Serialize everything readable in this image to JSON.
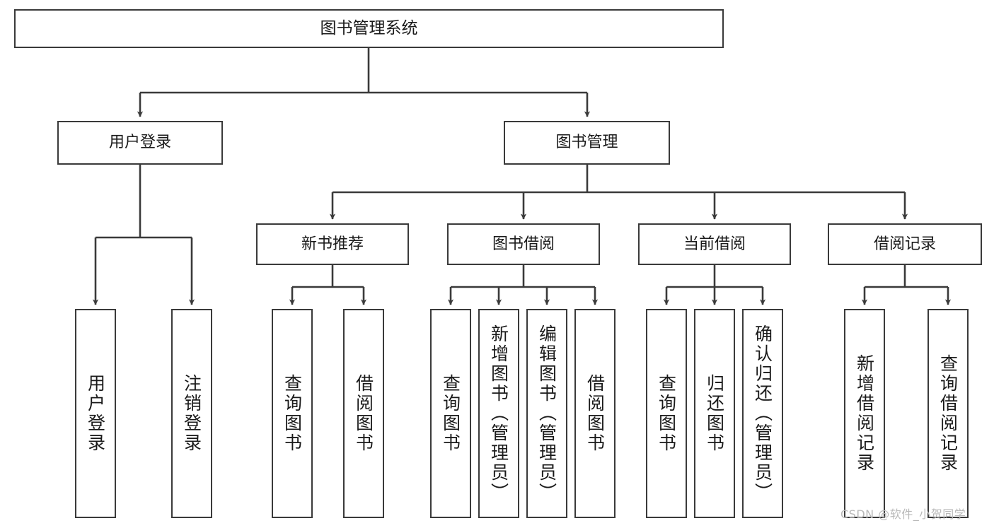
{
  "diagram": {
    "type": "hierarchy-tree",
    "root": {
      "id": "root",
      "label": "图书管理系统"
    },
    "level2": [
      {
        "id": "user-login",
        "label": "用户登录"
      },
      {
        "id": "book-manage",
        "label": "图书管理"
      }
    ],
    "level3": [
      {
        "id": "new-book-rec",
        "label": "新书推荐"
      },
      {
        "id": "book-borrow",
        "label": "图书借阅"
      },
      {
        "id": "current-borrow",
        "label": "当前借阅"
      },
      {
        "id": "borrow-record",
        "label": "借阅记录"
      }
    ],
    "leaves": {
      "user_login": [
        {
          "id": "leaf-user-login",
          "label": "用户登录"
        },
        {
          "id": "leaf-logout",
          "label": "注销登录"
        }
      ],
      "new_book_rec": [
        {
          "id": "leaf-query-book-1",
          "label": "查询图书"
        },
        {
          "id": "leaf-borrow-book-1",
          "label": "借阅图书"
        }
      ],
      "book_borrow": [
        {
          "id": "leaf-query-book-2",
          "label": "查询图书"
        },
        {
          "id": "leaf-add-book",
          "label": "新增图书（管理员）"
        },
        {
          "id": "leaf-edit-book",
          "label": "编辑图书（管理员）"
        },
        {
          "id": "leaf-borrow-book-2",
          "label": "借阅图书"
        }
      ],
      "current_borrow": [
        {
          "id": "leaf-query-book-3",
          "label": "查询图书"
        },
        {
          "id": "leaf-return-book",
          "label": "归还图书"
        },
        {
          "id": "leaf-confirm-return",
          "label": "确认归还（管理员）"
        }
      ],
      "borrow_record": [
        {
          "id": "leaf-add-record",
          "label": "新增借阅记录"
        },
        {
          "id": "leaf-query-record",
          "label": "查询借阅记录"
        }
      ]
    }
  },
  "watermark": {
    "text": "CSDN @软件_小贺同学"
  },
  "colors": {
    "background": "#ffffff",
    "node_border": "#3a3a3a",
    "node_fill": "#ffffff",
    "edge": "#3a3a3a",
    "text": "#1a1a1a",
    "watermark": "#b9b9b9"
  }
}
